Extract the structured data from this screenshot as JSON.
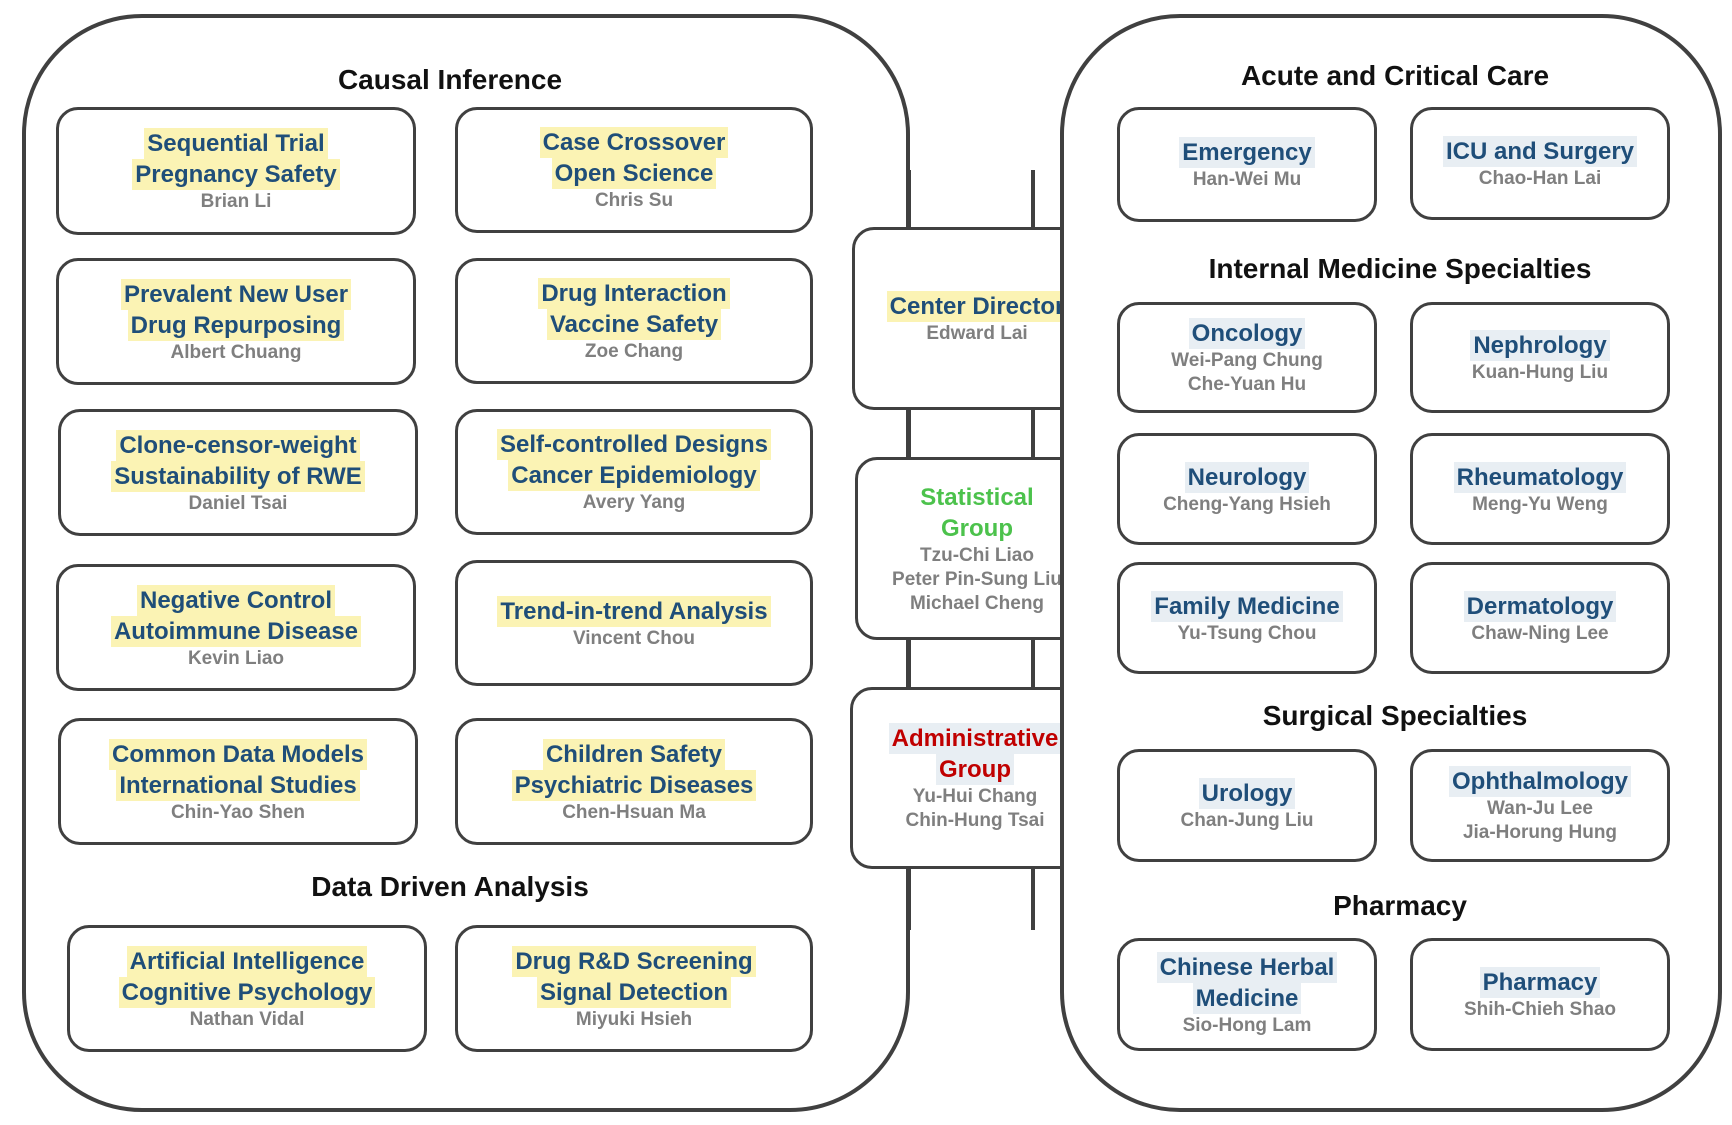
{
  "left_panel": {
    "causal_heading": "Causal Inference",
    "data_driven_heading": "Data Driven Analysis",
    "boxes": [
      {
        "titles": [
          "Sequential Trial",
          "Pregnancy Safety"
        ],
        "person": "Brian Li"
      },
      {
        "titles": [
          "Case Crossover",
          "Open Science"
        ],
        "person": "Chris Su"
      },
      {
        "titles": [
          "Prevalent New User",
          "Drug Repurposing"
        ],
        "person": "Albert Chuang"
      },
      {
        "titles": [
          "Drug Interaction",
          "Vaccine Safety"
        ],
        "person": "Zoe Chang"
      },
      {
        "titles": [
          "Clone-censor-weight",
          "Sustainability of RWE"
        ],
        "person": "Daniel Tsai"
      },
      {
        "titles": [
          "Self-controlled Designs",
          "Cancer Epidemiology"
        ],
        "person": "Avery Yang"
      },
      {
        "titles": [
          "Negative Control",
          "Autoimmune Disease"
        ],
        "person": "Kevin Liao"
      },
      {
        "titles": [
          "Trend-in-trend Analysis"
        ],
        "person": "Vincent Chou"
      },
      {
        "titles": [
          "Common Data Models",
          "International Studies"
        ],
        "person": "Chin-Yao Shen"
      },
      {
        "titles": [
          "Children Safety",
          "Psychiatric Diseases"
        ],
        "person": "Chen-Hsuan Ma"
      },
      {
        "titles": [
          "Artificial Intelligence",
          "Cognitive Psychology"
        ],
        "person": "Nathan Vidal"
      },
      {
        "titles": [
          "Drug R&D Screening",
          "Signal Detection"
        ],
        "person": "Miyuki Hsieh"
      }
    ]
  },
  "center": {
    "director": {
      "title": "Center Director",
      "person": "Edward Lai"
    },
    "statistical": {
      "titles": [
        "Statistical",
        "Group"
      ],
      "people": [
        "Tzu-Chi Liao",
        "Peter Pin-Sung Liu",
        "Michael Cheng"
      ]
    },
    "administrative": {
      "titles": [
        "Administrative",
        "Group"
      ],
      "people": [
        "Yu-Hui Chang",
        "Chin-Hung Tsai"
      ]
    }
  },
  "right_panel": {
    "headings": {
      "acute": "Acute and Critical Care",
      "internal": "Internal Medicine Specialties",
      "surgical": "Surgical Specialties",
      "pharmacy": "Pharmacy"
    },
    "boxes": [
      {
        "titles": [
          "Emergency"
        ],
        "people": [
          "Han-Wei Mu"
        ]
      },
      {
        "titles": [
          "ICU and Surgery"
        ],
        "people": [
          "Chao-Han Lai"
        ]
      },
      {
        "titles": [
          "Oncology"
        ],
        "people": [
          "Wei-Pang Chung",
          "Che-Yuan Hu"
        ]
      },
      {
        "titles": [
          "Nephrology"
        ],
        "people": [
          "Kuan-Hung Liu"
        ]
      },
      {
        "titles": [
          "Neurology"
        ],
        "people": [
          "Cheng-Yang Hsieh"
        ]
      },
      {
        "titles": [
          "Rheumatology"
        ],
        "people": [
          "Meng-Yu Weng"
        ]
      },
      {
        "titles": [
          "Family Medicine"
        ],
        "people": [
          "Yu-Tsung Chou"
        ]
      },
      {
        "titles": [
          "Dermatology"
        ],
        "people": [
          "Chaw-Ning Lee"
        ]
      },
      {
        "titles": [
          "Urology"
        ],
        "people": [
          "Chan-Jung Liu"
        ]
      },
      {
        "titles": [
          "Ophthalmology"
        ],
        "people": [
          "Wan-Ju Lee",
          "Jia-Horung Hung"
        ]
      },
      {
        "titles": [
          "Chinese Herbal",
          "Medicine"
        ],
        "people": [
          "Sio-Hong Lam"
        ]
      },
      {
        "titles": [
          "Pharmacy"
        ],
        "people": [
          "Shih-Chieh Shao"
        ]
      }
    ]
  },
  "colors": {
    "title_blue": "#1f4e79",
    "highlight_yellow": "#fbf3b4",
    "highlight_blue": "#e8eef3",
    "statistical_green": "#4cc24c",
    "administrative_red": "#c00000",
    "person_gray": "#7f7f7f",
    "border": "#404040"
  }
}
